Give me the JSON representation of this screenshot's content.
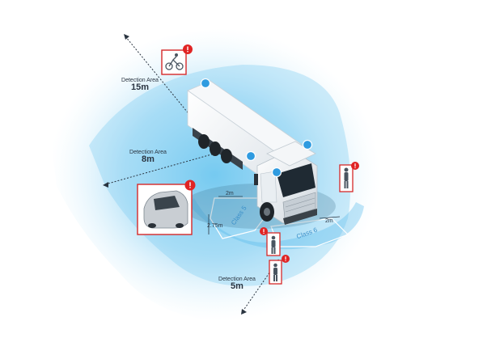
{
  "labels": {
    "area_15m": {
      "caption": "Detection Area",
      "value": "15m"
    },
    "area_8m": {
      "caption": "Detection Area",
      "value": "8m"
    },
    "area_5m": {
      "caption": "Detection Area",
      "value": "5m"
    }
  },
  "measurements": {
    "m2_top": "2m",
    "m275": "2.75m",
    "m2_side": "2m"
  },
  "zones": {
    "left": "Class 5",
    "front": "Class 6"
  },
  "colors": {
    "sensor": "#2f9be0",
    "alert": "#e02424",
    "zone_blue": "#8fd3f4"
  },
  "icons": [
    "camera-sensor-icon",
    "alert-icon",
    "car-icon",
    "pedestrian-icon",
    "cyclist-icon",
    "truck-icon"
  ]
}
